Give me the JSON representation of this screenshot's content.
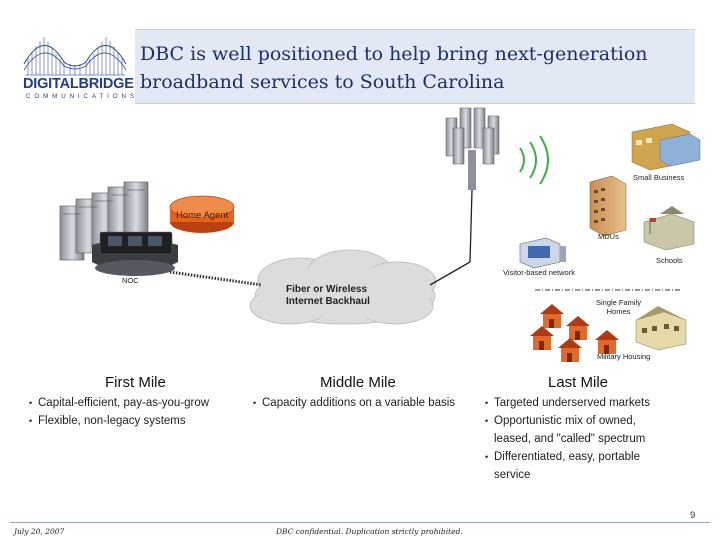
{
  "logo": {
    "wordmark": "DIGITALBRIDGE",
    "subtitle": "COMMUNICATIONS"
  },
  "title": "DBC is well positioned to help bring next-generation broadband services to South Carolina",
  "diagram": {
    "home_agent": "Home Agent",
    "noc": "NOC",
    "backhaul": [
      "Fiber or Wireless",
      "Internet Backhaul"
    ],
    "small_business": "Small Business",
    "mdus": "MDUs",
    "schools": "Schools",
    "visitor_network": "Visitor-based network",
    "single_family": [
      "Single Family",
      "Homes"
    ],
    "military_housing": "Military Housing"
  },
  "columns": [
    {
      "heading": "First Mile",
      "items": [
        "Capital-efficient, pay-as-you-grow",
        "Flexible, non-legacy systems"
      ]
    },
    {
      "heading": "Middle Mile",
      "items": [
        "Capacity additions on a variable basis"
      ]
    },
    {
      "heading": "Last Mile",
      "items": [
        "Targeted underserved markets",
        "Opportunistic mix of owned, leased, and \"called\" spectrum",
        "Differentiated, easy, portable service"
      ]
    }
  ],
  "footer": {
    "date": "July 20, 2007",
    "confidential": "DBC confidential. Duplication strictly prohibited.",
    "page": "9"
  },
  "colors": {
    "title_bg": "#e3e8f5",
    "title_text": "#1a2f6e",
    "logo_blue": "#1f3f8c",
    "house_red": "#d4501e",
    "router_orange": "#e8621c",
    "cloud": "#dcdcdc",
    "wave_green": "#3fae49"
  }
}
